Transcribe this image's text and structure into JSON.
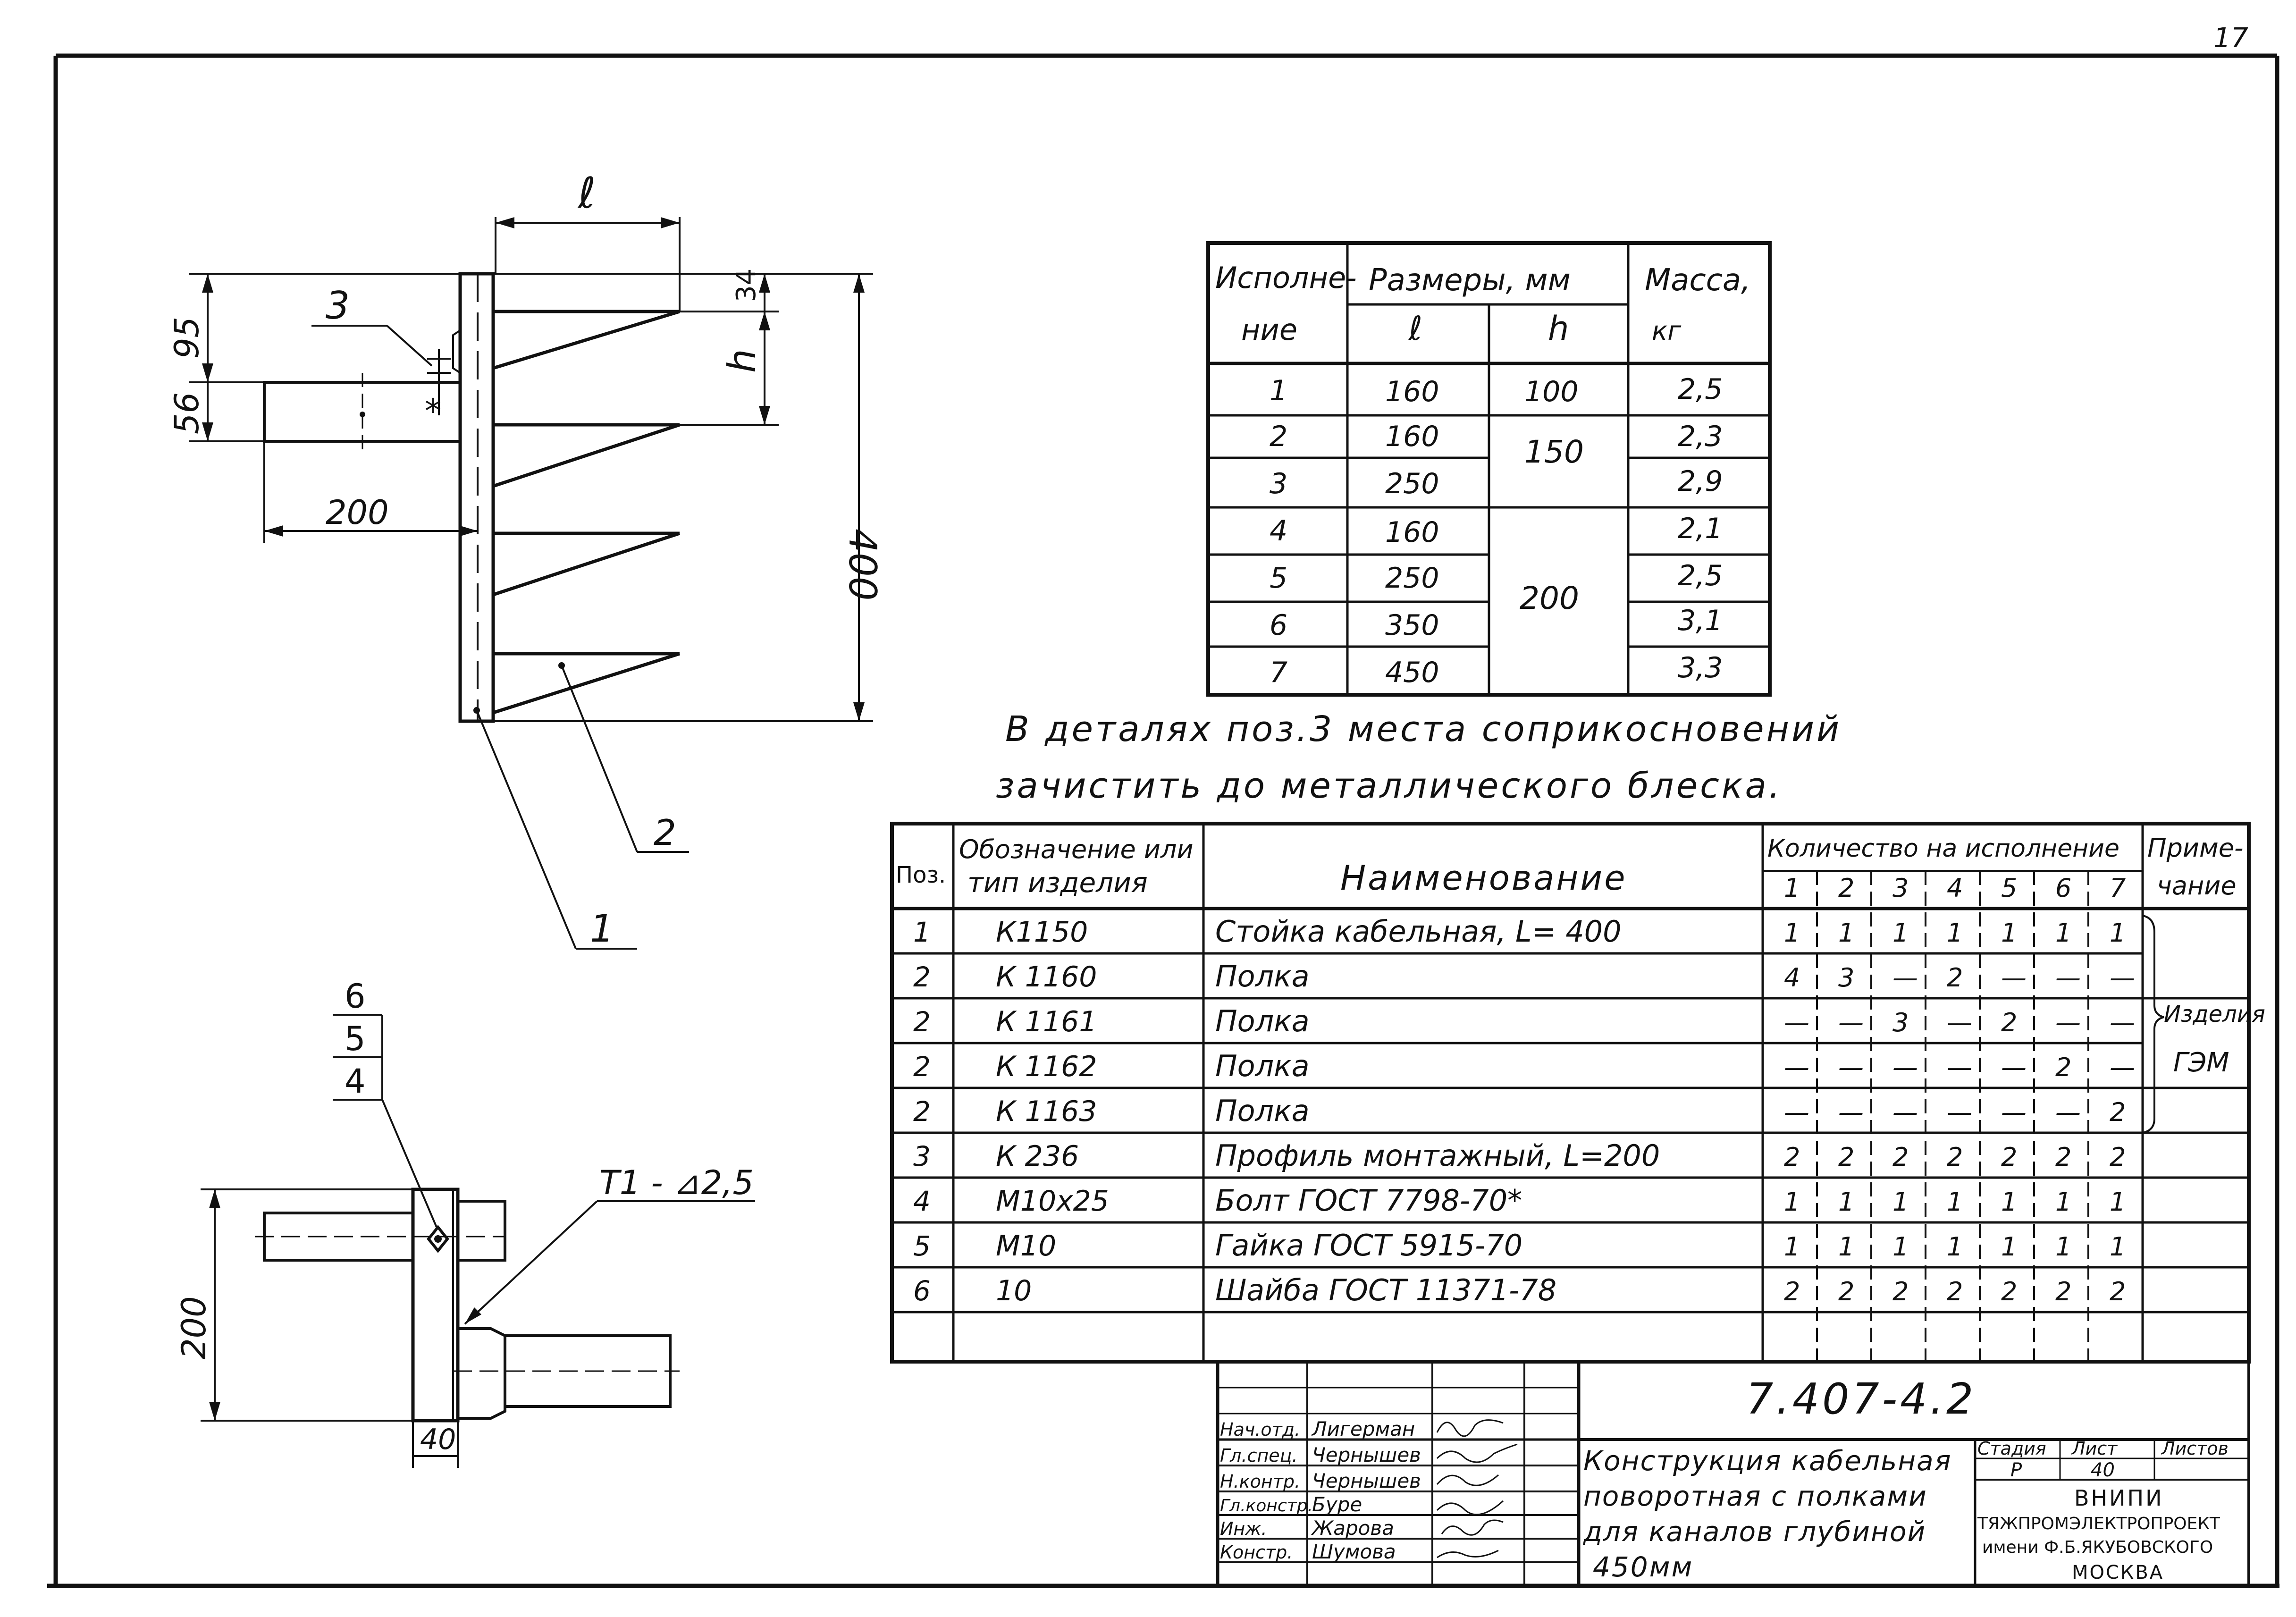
{
  "sheet_corner": "17",
  "drawing1": {
    "dim_l": "ℓ",
    "dim_34": "34",
    "dim_h": "h",
    "dim_95": "95",
    "dim_56": "56",
    "dim_200": "200",
    "dim_400": "400",
    "pos_3": "3",
    "pos_2": "2",
    "pos_1": "1"
  },
  "drawing2": {
    "pos_6": "6",
    "pos_5": "5",
    "pos_4": "4",
    "weld": "T1 - ⊿2,5",
    "dim_200": "200",
    "dim_40": "40"
  },
  "sizes_table": {
    "h_variant_1": "Исполне-",
    "h_variant_2": "ние",
    "h_sizes": "Размеры, мм",
    "h_l": "ℓ",
    "h_h": "h",
    "h_mass_1": "Масса,",
    "h_mass_2": "кг",
    "rows": [
      {
        "v": "1",
        "l": "160",
        "m": "2,5"
      },
      {
        "v": "2",
        "l": "160",
        "m": "2,3"
      },
      {
        "v": "3",
        "l": "250",
        "m": "2,9"
      },
      {
        "v": "4",
        "l": "160",
        "m": "2,1"
      },
      {
        "v": "5",
        "l": "250",
        "m": "2,5"
      },
      {
        "v": "6",
        "l": "350",
        "m": "3,1"
      },
      {
        "v": "7",
        "l": "450",
        "m": "3,3"
      }
    ],
    "h_groups": [
      "100",
      "150",
      "200"
    ]
  },
  "note": {
    "line1": "В деталях  поз.3  места  соприкосновений",
    "line2": "зачистить  до  металлического  блеска."
  },
  "spec": {
    "h_pos": "Поз.",
    "h_desig_1": "Обозначение или",
    "h_desig_2": "тип изделия",
    "h_name": "Наименование",
    "h_qty": "Количество на исполнение",
    "h_variants": [
      "1",
      "2",
      "3",
      "4",
      "5",
      "6",
      "7"
    ],
    "h_note_1": "Приме-",
    "h_note_2": "чание",
    "rows": [
      {
        "pos": "1",
        "desig": "К1150",
        "name": "Стойка кабельная,  L= 400",
        "q": [
          "1",
          "1",
          "1",
          "1",
          "1",
          "1",
          "1"
        ]
      },
      {
        "pos": "2",
        "desig": "К 1160",
        "name": "Полка",
        "q": [
          "4",
          "3",
          "—",
          "2",
          "—",
          "—",
          "—"
        ]
      },
      {
        "pos": "2",
        "desig": "К 1161",
        "name": "Полка",
        "q": [
          "—",
          "—",
          "3",
          "—",
          "2",
          "—",
          "—"
        ]
      },
      {
        "pos": "2",
        "desig": "К 1162",
        "name": "Полка",
        "q": [
          "—",
          "—",
          "—",
          "—",
          "—",
          "2",
          "—"
        ]
      },
      {
        "pos": "2",
        "desig": "К 1163",
        "name": "Полка",
        "q": [
          "—",
          "—",
          "—",
          "—",
          "—",
          "—",
          "2"
        ]
      },
      {
        "pos": "3",
        "desig": "К 236",
        "name": "Профиль монтажный,  L=200",
        "q": [
          "2",
          "2",
          "2",
          "2",
          "2",
          "2",
          "2"
        ]
      },
      {
        "pos": "4",
        "desig": "М10х25",
        "name": "Болт  ГОСТ 7798-70*",
        "q": [
          "1",
          "1",
          "1",
          "1",
          "1",
          "1",
          "1"
        ]
      },
      {
        "pos": "5",
        "desig": "М10",
        "name": "Гайка  ГОСТ 5915-70",
        "q": [
          "1",
          "1",
          "1",
          "1",
          "1",
          "1",
          "1"
        ]
      },
      {
        "pos": "6",
        "desig": "10",
        "name": "Шайба  ГОСТ 11371-78",
        "q": [
          "2",
          "2",
          "2",
          "2",
          "2",
          "2",
          "2"
        ]
      }
    ],
    "note_1": "Изделия",
    "note_2": "ГЭМ"
  },
  "title_block": {
    "code": "7.407-4.2",
    "signers": [
      {
        "role": "Нач.отд.",
        "name": "Лигерман"
      },
      {
        "role": "Гл.спец.",
        "name": "Чернышев"
      },
      {
        "role": "Н.контр.",
        "name": "Чернышев"
      },
      {
        "role": "Гл.констр.",
        "name": "Буре"
      },
      {
        "role": "Инж.",
        "name": "Жарова"
      },
      {
        "role": "Констр.",
        "name": "Шумова"
      }
    ],
    "title_1": "Конструкция кабельная",
    "title_2": "поворотная с полками",
    "title_3": "для каналов глубиной",
    "title_4": "450мм",
    "h_stage": "Стадия",
    "h_sheet": "Лист",
    "h_sheets": "Листов",
    "stage": "Р",
    "sheet": "40",
    "org_1": "ВНИПИ",
    "org_2": "ТЯЖПРОМЭЛЕКТРОПРОЕКТ",
    "org_3": "имени Ф.Б.ЯКУБОВСКОГО",
    "org_4": "МОСКВА"
  }
}
